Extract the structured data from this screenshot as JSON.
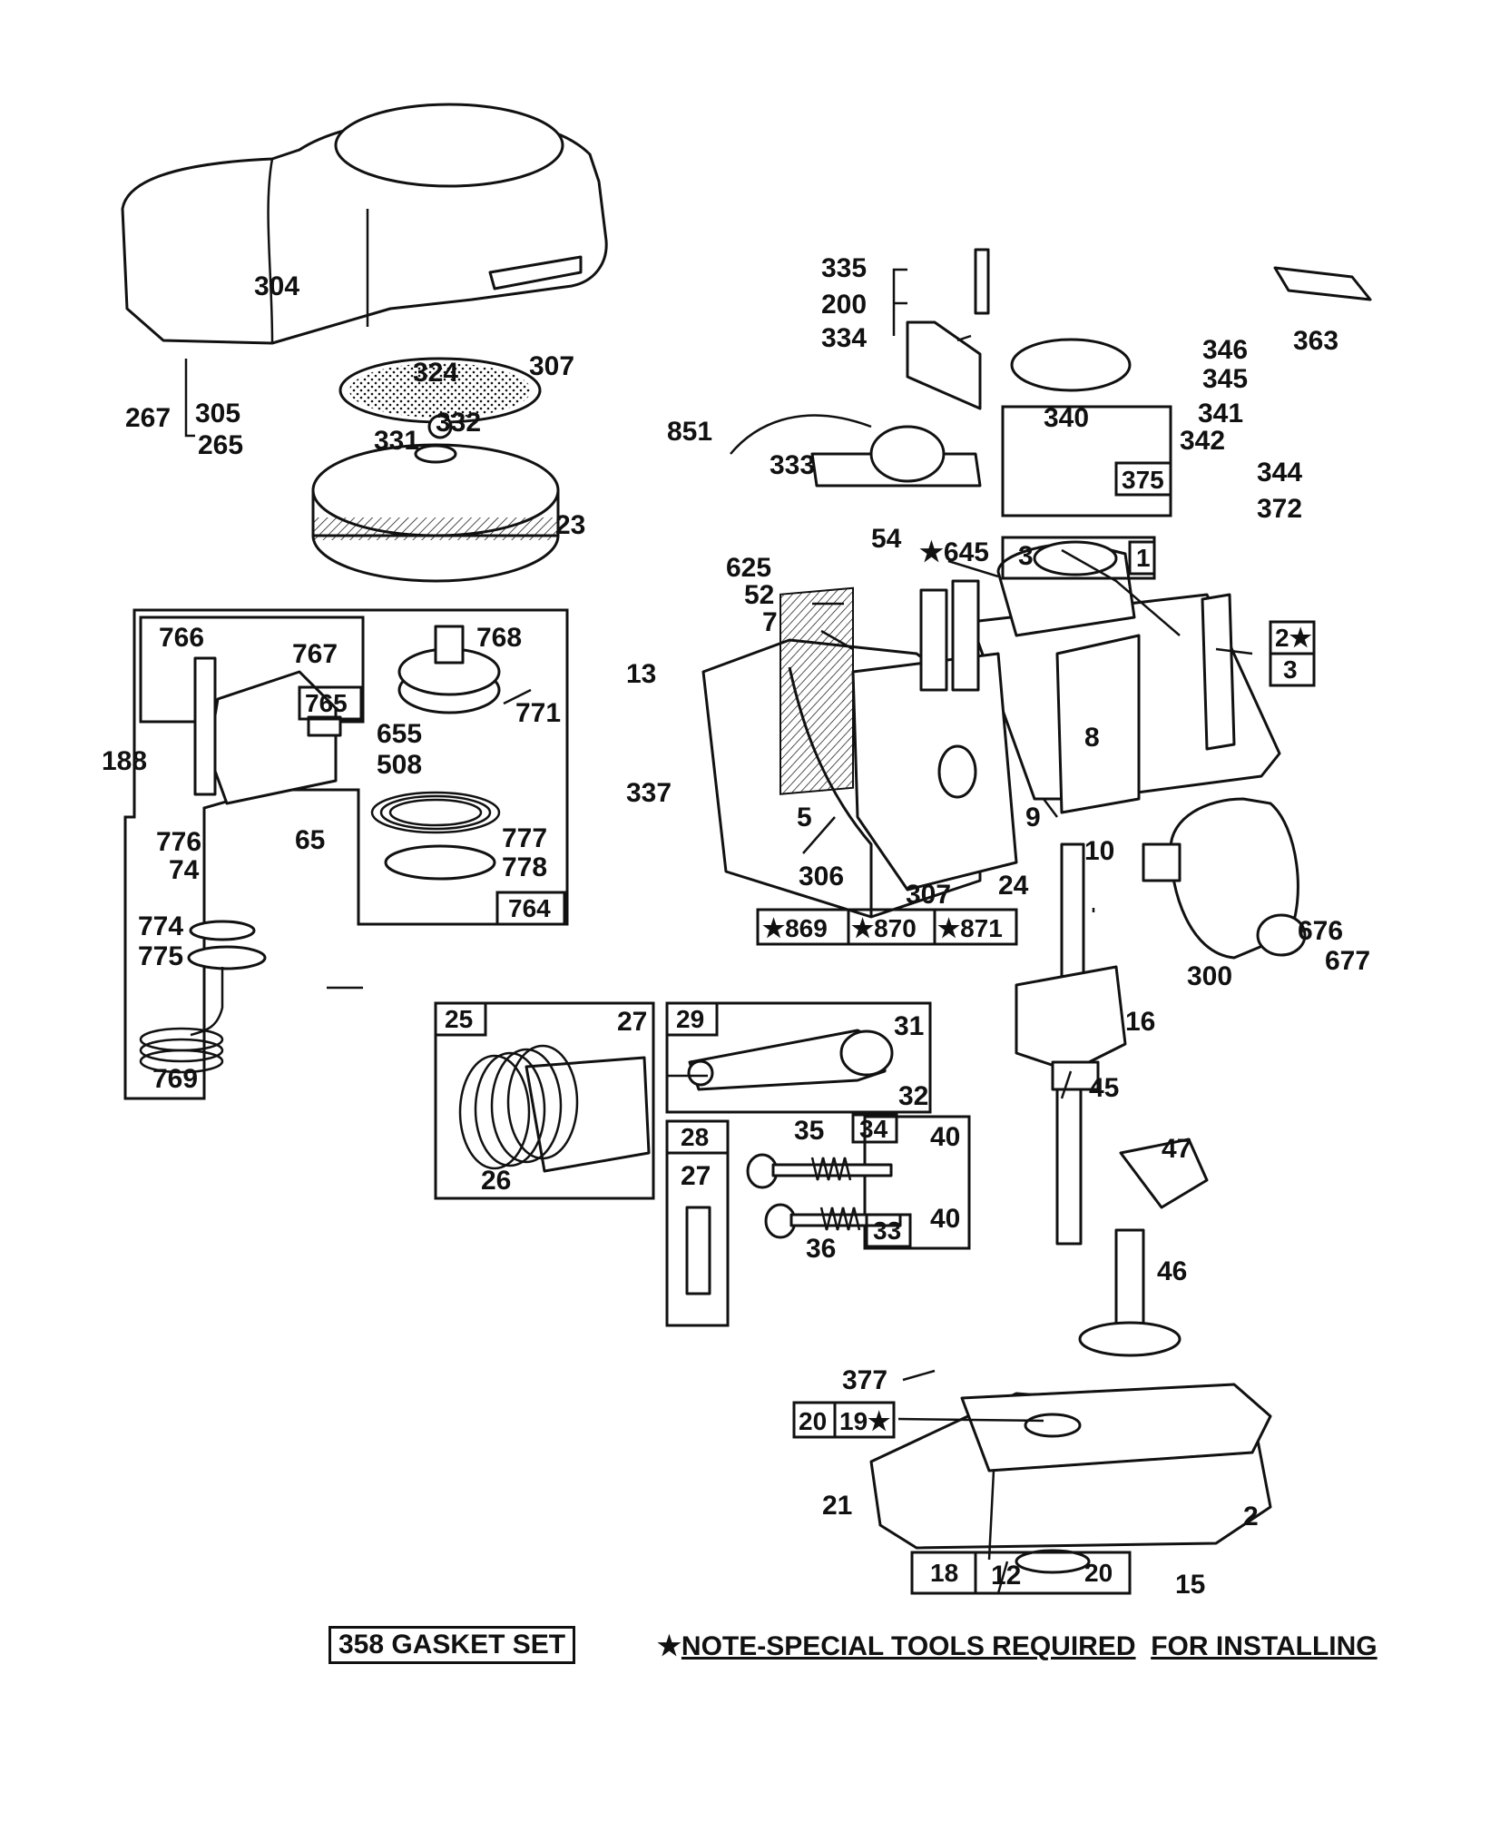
{
  "footer": {
    "gasket_set": "358 GASKET SET",
    "star": "★",
    "note_text": "NOTE-SPECIAL TOOLS REQUIRED",
    "note_tail": "FOR INSTALLING"
  },
  "parts": {
    "p304": "304",
    "p307a": "307",
    "p324": "324",
    "p332": "332",
    "p331": "331",
    "p23": "23",
    "p267": "267",
    "p305": "305",
    "p265": "265",
    "p335": "335",
    "p200": "200",
    "p334": "334",
    "p851": "851",
    "p333": "333",
    "p346": "346",
    "p345": "345",
    "p363": "363",
    "p340": "340",
    "p341": "341",
    "p342": "342",
    "p344": "344",
    "p372": "372",
    "p54": "54",
    "p625": "625",
    "p52": "52",
    "p7": "7",
    "p13": "13",
    "p337": "337",
    "p645": "★645",
    "p3a": "3",
    "p8": "8",
    "p9": "9",
    "p10": "10",
    "p5": "5",
    "p306": "306",
    "p307b": "307",
    "p24": "24",
    "p676": "676",
    "p677": "677",
    "p300": "300",
    "p16": "16",
    "p45": "45",
    "p47": "47",
    "p46": "46",
    "p766": "766",
    "p767": "767",
    "p768": "768",
    "p771": "771",
    "p655": "655",
    "p508": "508",
    "p188": "188",
    "p776": "776",
    "p74": "74",
    "p65": "65",
    "p777": "777",
    "p778": "778",
    "p774": "774",
    "p775": "775",
    "p769": "769",
    "p27a": "27",
    "p26": "26",
    "p31": "31",
    "p32": "32",
    "p35": "35",
    "p36": "36",
    "p40a": "40",
    "p40b": "40",
    "p27b": "27",
    "p377": "377",
    "p21": "21",
    "p2": "2",
    "p15": "15",
    "p12": "12"
  },
  "boxes": {
    "b375": "375",
    "b1": "1",
    "b2": "2★",
    "b3": "3",
    "b869": "★869",
    "b870": "★870",
    "b871": "★871",
    "b765": "765",
    "b764": "764",
    "b25": "25",
    "b29": "29",
    "b28": "28",
    "b34": "34",
    "b33": "33",
    "b20a": "20",
    "b19": "19★",
    "b18": "18",
    "b20b": "20"
  }
}
